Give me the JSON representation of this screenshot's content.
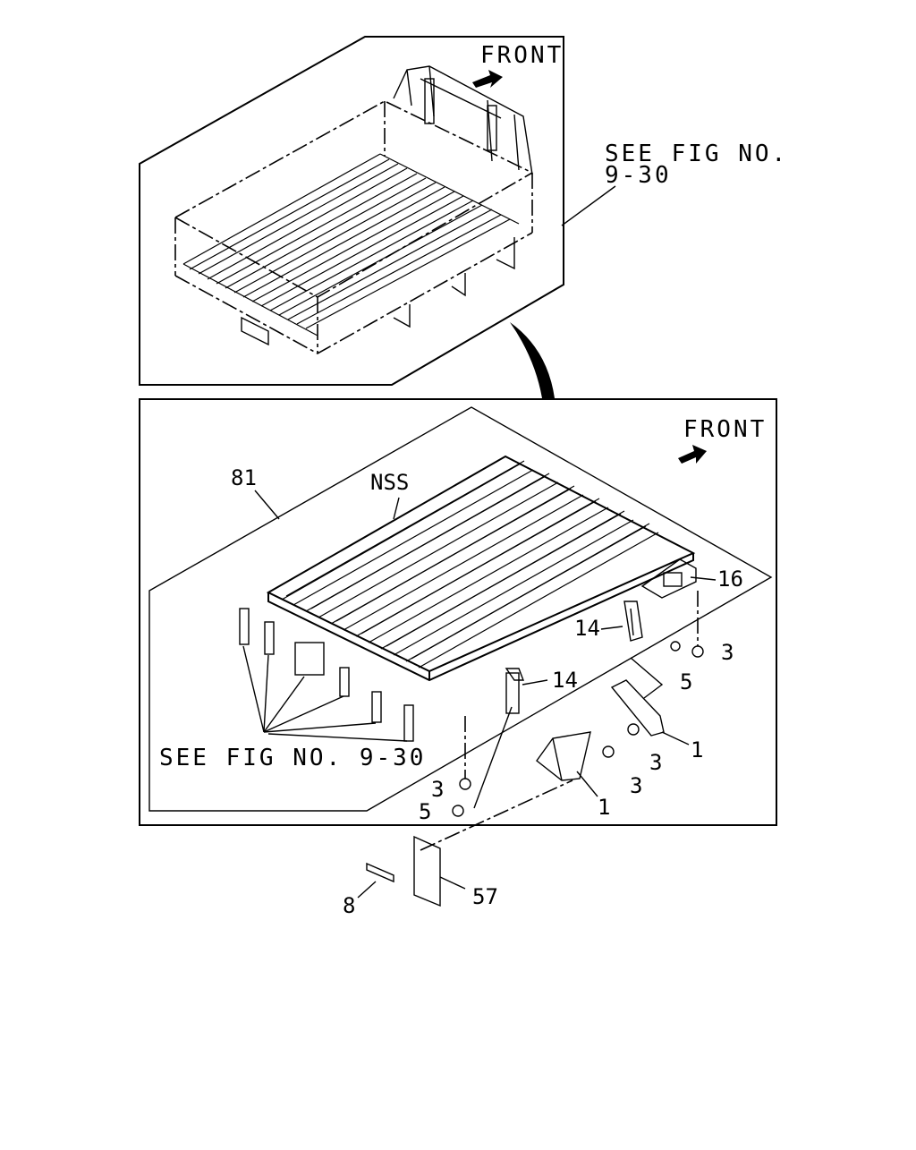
{
  "top_panel": {
    "front_label": "FRONT",
    "see_fig_line1": "SEE FIG NO.",
    "see_fig_line2": "9-30"
  },
  "bottom_panel": {
    "front_label": "FRONT",
    "see_fig_label": "SEE FIG NO. 9-30",
    "callouts": {
      "c81": "81",
      "nss": "NSS",
      "c16": "16",
      "c14_right": "14",
      "c14_center": "14",
      "c3_right": "3",
      "c5_right": "5",
      "c1_right": "1",
      "c3_mid_a": "3",
      "c3_mid_b": "3",
      "c1_center": "1",
      "c3_left": "3",
      "c5_left": "5"
    }
  },
  "loose_parts": {
    "c8": "8",
    "c57": "57"
  }
}
